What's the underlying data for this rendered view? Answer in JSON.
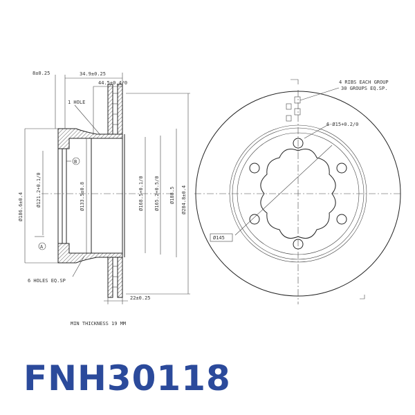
{
  "part_number": "FNH30118",
  "colors": {
    "part_number": "#2b4a9b",
    "lines": "#222222"
  },
  "section_view": {
    "dims": {
      "flange_thickness": "8±0.25",
      "overall_height": "34.9±0.25",
      "hat_depth": "44.5+0.4/0",
      "one_hole": "1 HOLE",
      "datum_a": "A",
      "datum_b": "B",
      "d_outer_hub": "Ø186.6±0.4",
      "d_center_bore": "Ø121.2+0.1/0",
      "d_bolt_circle": "Ø133.5±0.8",
      "d_168": "Ø168.5+0.1/0",
      "d_165": "Ø165.2+0.5/0",
      "d_188": "Ø188.5",
      "d_outer_disc": "Ø284.8±0.4",
      "holes_note": "6 HOLES EQ.SP",
      "disc_thickness": "22±0.25",
      "min_thickness": "MIN THICKNESS 19 MM"
    }
  },
  "front_view": {
    "ribs_note_1": "4 RIBS EACH GROUP",
    "ribs_note_2": "30 GROUPS EQ.SP.",
    "bolt_holes": "6-Ø15+0.2/0",
    "d_145": "Ø145"
  }
}
